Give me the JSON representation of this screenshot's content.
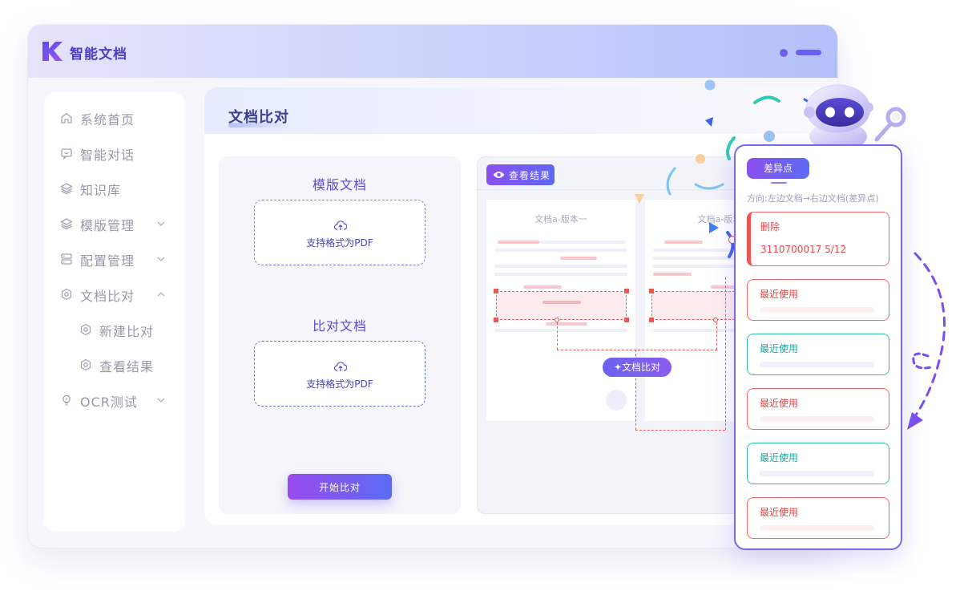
{
  "app": {
    "title": "智能文档"
  },
  "sidebar": {
    "items": [
      {
        "label": "系统首页",
        "icon": "home-icon"
      },
      {
        "label": "智能对话",
        "icon": "chat-icon"
      },
      {
        "label": "知识库",
        "icon": "layers-icon"
      },
      {
        "label": "模版管理",
        "icon": "layers-icon",
        "expandable": true
      },
      {
        "label": "配置管理",
        "icon": "config-icon",
        "expandable": true
      },
      {
        "label": "文档比对",
        "icon": "gear-icon",
        "expandable": true,
        "expanded": true
      },
      {
        "label": "新建比对",
        "icon": "gear-icon",
        "sub": true
      },
      {
        "label": "查看结果",
        "icon": "gear-icon",
        "sub": true
      },
      {
        "label": "OCR测试",
        "icon": "bulb-icon",
        "expandable": true
      }
    ]
  },
  "main": {
    "title": "文档比对",
    "template_doc": {
      "label": "模版文档",
      "hint": "支持格式为PDF"
    },
    "compare_doc": {
      "label": "比对文档",
      "hint": "支持格式为PDF"
    },
    "start_button": "开始比对",
    "result": {
      "view_button": "查看结果",
      "left_doc_title": "文档a-版本一",
      "right_doc_title": "文档a-版本",
      "compare_pill": "✦文档比对"
    }
  },
  "diff_panel": {
    "tag": "差异点",
    "direction": "方向:左边文档→右边文档(差异点)",
    "items": [
      {
        "title": "删除",
        "value": "3110700017 5/12",
        "color": "red"
      },
      {
        "title": "最近使用",
        "color": "red"
      },
      {
        "title": "最近使用",
        "color": "teal"
      },
      {
        "title": "最近使用",
        "color": "red"
      },
      {
        "title": "最近使用",
        "color": "teal"
      },
      {
        "title": "最近使用",
        "color": "red"
      }
    ]
  },
  "colors": {
    "accent": "#6b5ff0",
    "danger": "#e24848",
    "teal": "#1fa89b"
  }
}
